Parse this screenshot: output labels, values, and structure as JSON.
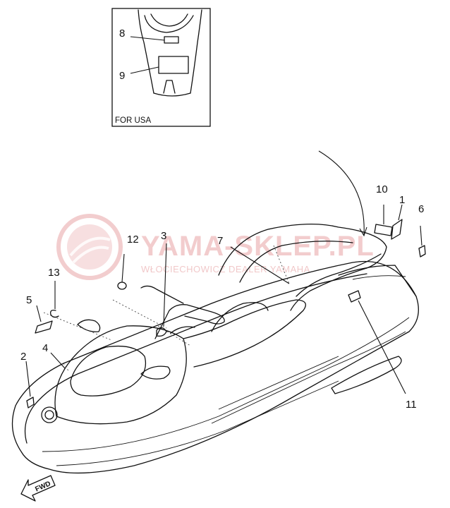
{
  "inset": {
    "caption": "FOR USA"
  },
  "watermark": {
    "brand": "YAMA-SKLEP.PL",
    "subtitle": "WŁOCIECHOWICZ DEALER YAMAHA",
    "color": "#e8a4a6"
  },
  "callouts": [
    {
      "id": "1",
      "label": "1"
    },
    {
      "id": "2",
      "label": "2"
    },
    {
      "id": "3",
      "label": "3"
    },
    {
      "id": "4",
      "label": "4"
    },
    {
      "id": "5",
      "label": "5"
    },
    {
      "id": "6",
      "label": "6"
    },
    {
      "id": "7",
      "label": "7"
    },
    {
      "id": "8",
      "label": "8"
    },
    {
      "id": "9",
      "label": "9"
    },
    {
      "id": "10",
      "label": "10"
    },
    {
      "id": "11",
      "label": "11"
    },
    {
      "id": "12",
      "label": "12"
    },
    {
      "id": "13",
      "label": "13"
    }
  ],
  "direction_arrow": {
    "label": "FWD"
  }
}
